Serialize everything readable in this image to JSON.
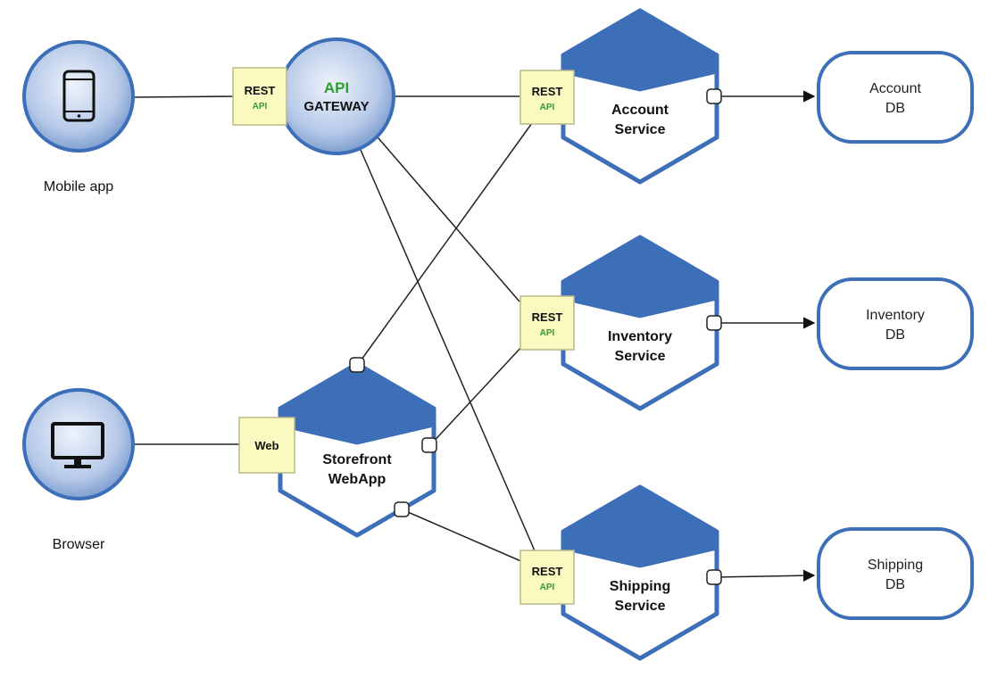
{
  "clients": {
    "mobile": {
      "caption": "Mobile app",
      "icon": "smartphone-icon"
    },
    "browser": {
      "caption": "Browser",
      "icon": "monitor-icon"
    }
  },
  "gateway": {
    "line1": "API",
    "line2": "GATEWAY",
    "port": {
      "line1": "REST",
      "line2": "API"
    }
  },
  "storefront": {
    "line1": "Storefront",
    "line2": "WebApp",
    "port": {
      "label": "Web"
    }
  },
  "services": [
    {
      "line1": "Account",
      "line2": "Service",
      "port": {
        "line1": "REST",
        "line2": "API"
      }
    },
    {
      "line1": "Inventory",
      "line2": "Service",
      "port": {
        "line1": "REST",
        "line2": "API"
      }
    },
    {
      "line1": "Shipping",
      "line2": "Service",
      "port": {
        "line1": "REST",
        "line2": "API"
      }
    }
  ],
  "databases": [
    {
      "line1": "Account",
      "line2": "DB"
    },
    {
      "line1": "Inventory",
      "line2": "DB"
    },
    {
      "line1": "Shipping",
      "line2": "DB"
    }
  ],
  "colors": {
    "hex_fill": "#3d6fb8",
    "hex_border": "#3d6fb8",
    "db_border": "#3d6fb8",
    "port_fill": "#fafac0",
    "port_border": "#b9b98a",
    "api_green": "#2e9e2e",
    "circle_center": "#e6eefa",
    "circle_edge": "#7f9fd0"
  }
}
